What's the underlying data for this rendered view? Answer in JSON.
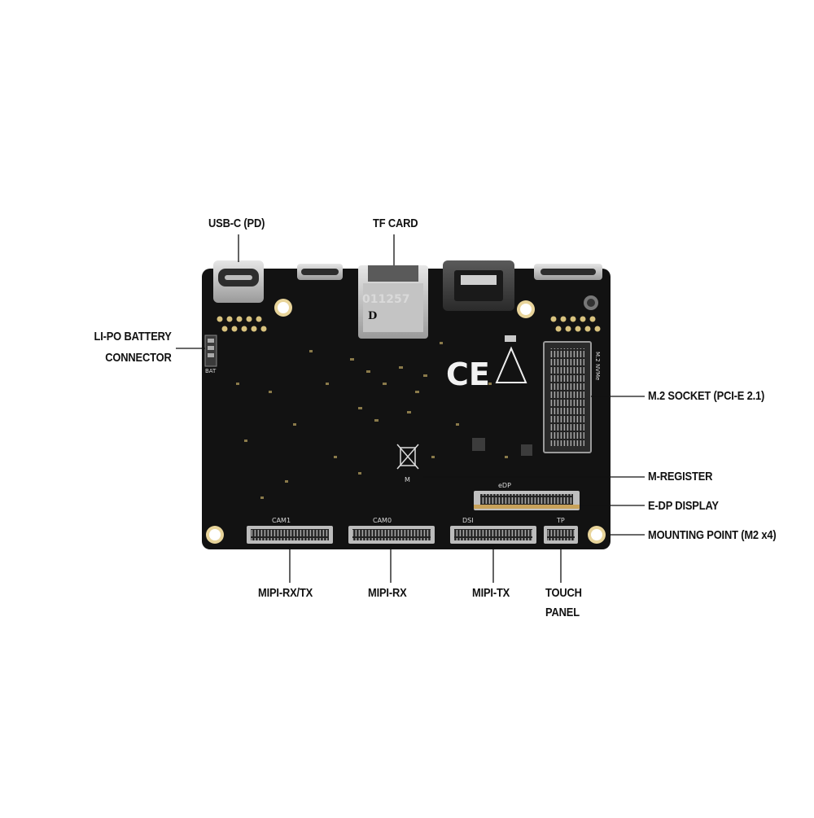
{
  "labels": {
    "usb_c": "USB-C (PD)",
    "tf_card": "TF CARD",
    "battery_line1": "LI-PO BATTERY",
    "battery_line2": "CONNECTOR",
    "m2_socket": "M.2 SOCKET (PCI-E 2.1)",
    "m_register": "M-REGISTER",
    "edp_display": "E-DP DISPLAY",
    "mounting_point": "MOUNTING POINT (M2 x4)",
    "mipi_rx_tx": "MIPI-RX/TX",
    "mipi_rx": "MIPI-RX",
    "mipi_tx": "MIPI-TX",
    "touch_line1": "TOUCH",
    "touch_line2": "PANEL"
  },
  "silkscreen": {
    "cam1": "CAM1",
    "cam0": "CAM0",
    "dsi": "DSI",
    "tp": "TP",
    "edp": "eDP",
    "bat": "BAT",
    "m2": "M.2 NVMe",
    "tf_number": "011257",
    "tf_code": "D",
    "ce": "CE",
    "m": "M"
  },
  "colors": {
    "board": "#121212",
    "connector_metal": "#c9c9c9",
    "gold": "#c8a25a",
    "callout_line": "#111111"
  }
}
